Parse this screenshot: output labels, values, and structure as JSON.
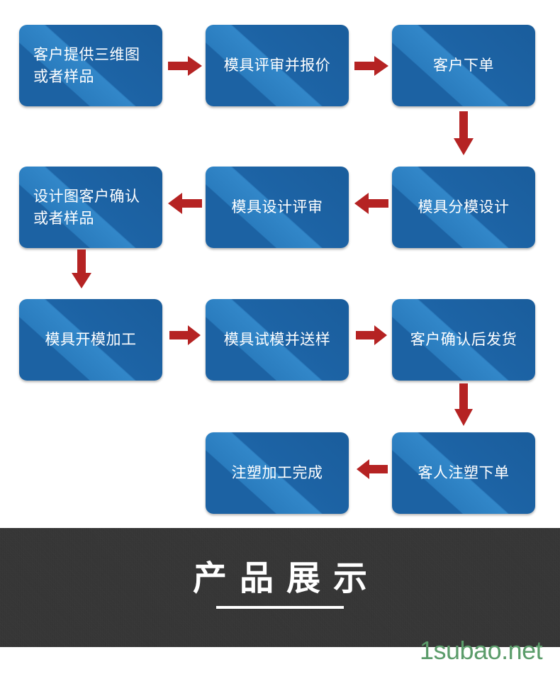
{
  "flowchart": {
    "nodes": [
      {
        "id": "n1",
        "label": "客户提供三维图\n或者样品",
        "row": 1,
        "col": 1,
        "multiline": true
      },
      {
        "id": "n2",
        "label": "模具评审并报价",
        "row": 1,
        "col": 2,
        "multiline": false
      },
      {
        "id": "n3",
        "label": "客户下单",
        "row": 1,
        "col": 3,
        "multiline": false
      },
      {
        "id": "n4",
        "label": "设计图客户确认\n或者样品",
        "row": 2,
        "col": 1,
        "multiline": true
      },
      {
        "id": "n5",
        "label": "模具设计评审",
        "row": 2,
        "col": 2,
        "multiline": false
      },
      {
        "id": "n6",
        "label": "模具分模设计",
        "row": 2,
        "col": 3,
        "multiline": false
      },
      {
        "id": "n7",
        "label": "模具开模加工",
        "row": 3,
        "col": 1,
        "multiline": false
      },
      {
        "id": "n8",
        "label": "模具试模并送样",
        "row": 3,
        "col": 2,
        "multiline": false
      },
      {
        "id": "n9",
        "label": "客户确认后发货",
        "row": 3,
        "col": 3,
        "multiline": false
      },
      {
        "id": "n10",
        "label": "注塑加工完成",
        "row": 4,
        "col": 2,
        "multiline": false
      },
      {
        "id": "n11",
        "label": "客人注塑下单",
        "row": 4,
        "col": 3,
        "multiline": false
      }
    ],
    "connectors": [
      {
        "name": "arrow-right-n1-n2",
        "direction": "right",
        "from": "n1",
        "to": "n2"
      },
      {
        "name": "arrow-right-n2-n3",
        "direction": "right",
        "from": "n2",
        "to": "n3"
      },
      {
        "name": "arrow-down-n3-n6",
        "direction": "down",
        "from": "n3",
        "to": "n6"
      },
      {
        "name": "arrow-left-n6-n5",
        "direction": "left",
        "from": "n6",
        "to": "n5"
      },
      {
        "name": "arrow-left-n5-n4",
        "direction": "left",
        "from": "n5",
        "to": "n4"
      },
      {
        "name": "arrow-down-n4-n7",
        "direction": "down",
        "from": "n4",
        "to": "n7"
      },
      {
        "name": "arrow-right-n7-n8",
        "direction": "right",
        "from": "n7",
        "to": "n8"
      },
      {
        "name": "arrow-right-n8-n9",
        "direction": "right",
        "from": "n8",
        "to": "n9"
      },
      {
        "name": "arrow-down-n9-n11",
        "direction": "down",
        "from": "n9",
        "to": "n11"
      },
      {
        "name": "arrow-left-n11-n10",
        "direction": "left",
        "from": "n11",
        "to": "n10"
      }
    ],
    "colors": {
      "node_blue_dark": "#1a5d9c",
      "node_blue_light": "#3287c9",
      "node_text": "#ffffff",
      "arrow_red": "#b52323",
      "background": "#ffffff"
    }
  },
  "banner": {
    "title": "产品展示",
    "background_color": "#323232",
    "title_color": "#ffffff",
    "rule_color": "#ffffff"
  },
  "watermark": {
    "text": "1subao.net",
    "color": "#5b9c6a"
  }
}
